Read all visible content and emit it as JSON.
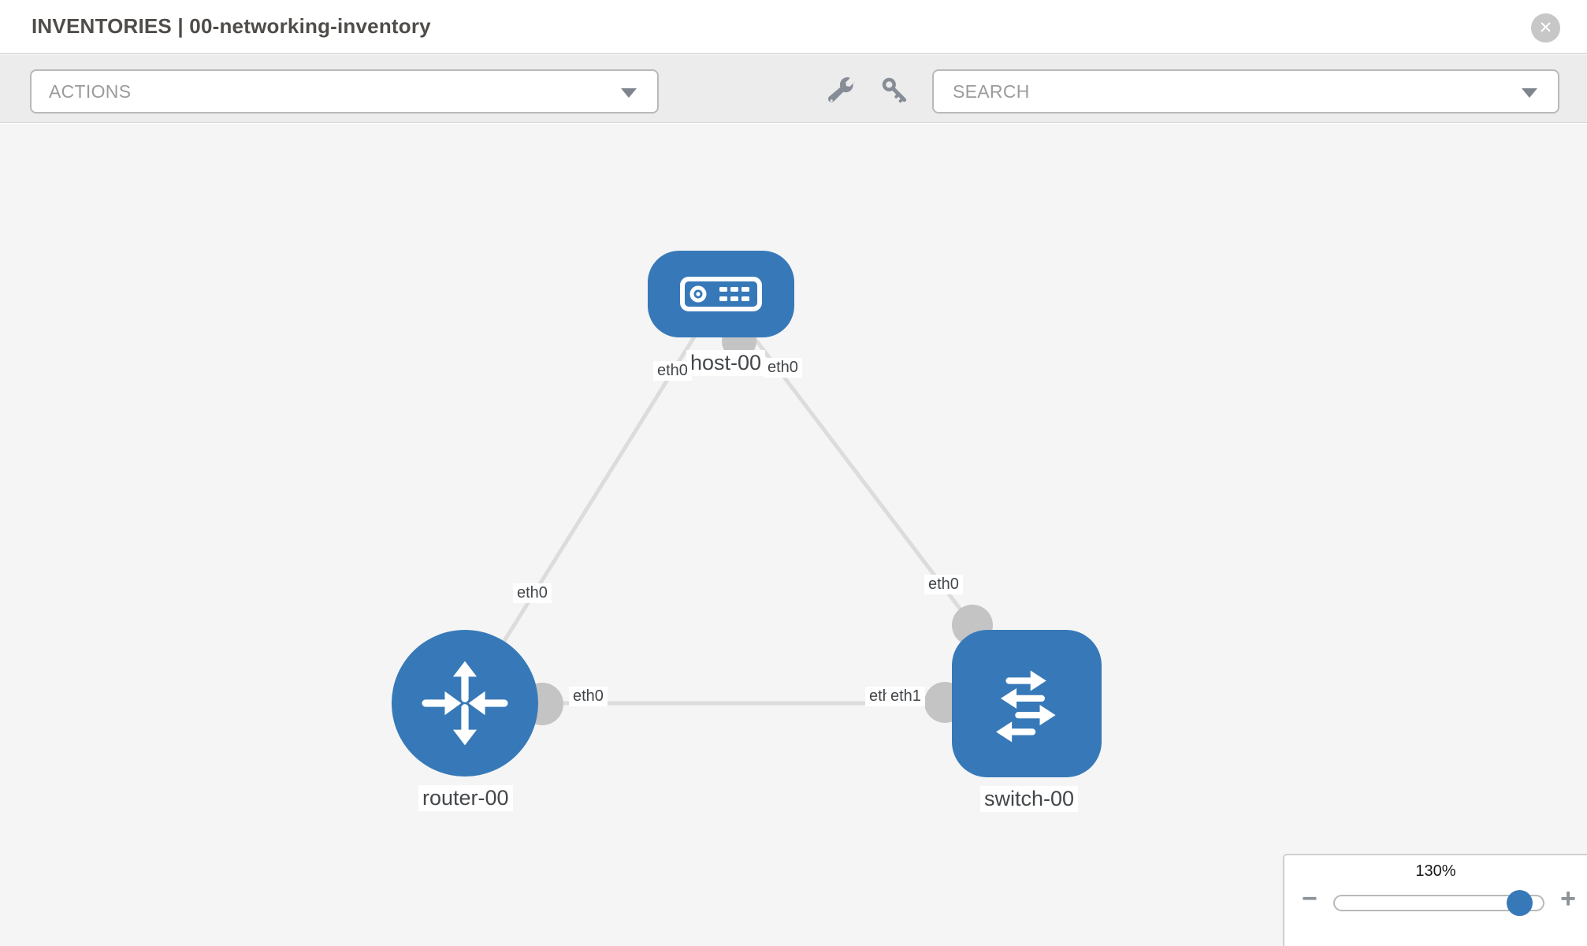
{
  "header": {
    "title": "INVENTORIES | 00-networking-inventory"
  },
  "icons": {
    "close": "✕"
  },
  "toolbar": {
    "actions_label": "ACTIONS",
    "search_label": "SEARCH",
    "tool_icons": [
      "wrench-icon",
      "key-icon"
    ]
  },
  "diagram": {
    "nodes": [
      {
        "id": "host-00",
        "type": "host",
        "label": "host-00",
        "icon": "server-icon"
      },
      {
        "id": "router-00",
        "type": "router",
        "label": "router-00",
        "icon": "router-arrows-icon"
      },
      {
        "id": "switch-00",
        "type": "switch",
        "label": "switch-00",
        "icon": "switch-arrows-icon"
      }
    ],
    "links": [
      {
        "source": "host-00",
        "target": "router-00",
        "source_interface": "eth0",
        "target_interface": "eth0"
      },
      {
        "source": "host-00",
        "target": "switch-00",
        "source_interface": "eth0",
        "target_interface": "eth0"
      },
      {
        "source": "router-00",
        "target": "switch-00",
        "source_interface": "eth0",
        "target_interface": "eth1"
      }
    ],
    "labels": {
      "host": "host-00",
      "router": "router-00",
      "switch": "switch-00",
      "host_if_left": "eth0",
      "host_if_right": "eth0",
      "router_if_on_host_link": "eth0",
      "switch_if_on_host_link": "eth0",
      "router_if_on_switch_link": "eth0",
      "switch_if_back": "eth0",
      "switch_if_front": "eth1"
    }
  },
  "zoom_control": {
    "level_label": "130%",
    "level_percent": 130,
    "minus_label": "−",
    "plus_label": "+"
  },
  "colors": {
    "node_blue": "#3779b8",
    "link_gray": "#dcdcdc",
    "bubble_gray": "#c4c4c4",
    "toolbar_gray": "#ececec",
    "canvas_gray": "#f5f5f6"
  }
}
